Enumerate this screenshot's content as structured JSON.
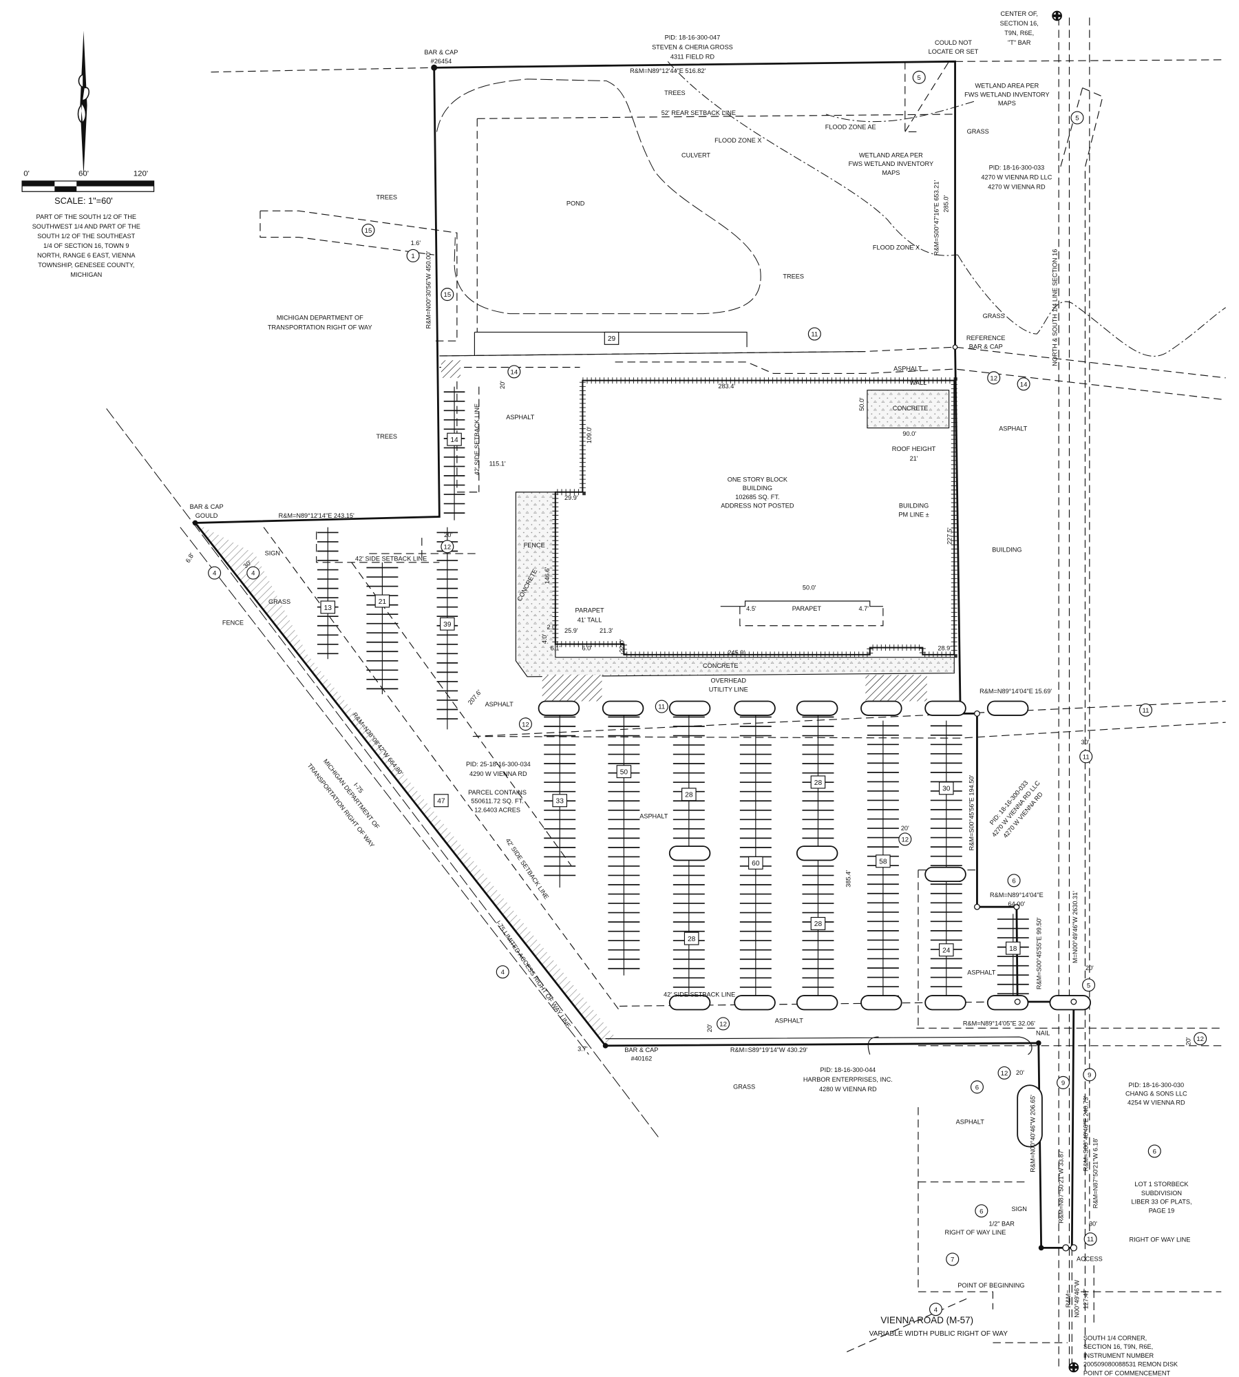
{
  "scale": {
    "tick_0": "0'",
    "tick_60": "60'",
    "tick_120": "120'",
    "label": "SCALE: 1\"=60'"
  },
  "legal_description": [
    "PART OF THE SOUTH 1/2 OF THE",
    "SOUTHWEST 1/4 AND PART OF THE",
    "SOUTH 1/2 OF THE SOUTHEAST",
    "1/4 OF SECTION 16, TOWN 9",
    "NORTH, RANGE 6 EAST, VIENNA",
    "TOWNSHIP, GENESEE COUNTY,",
    "MICHIGAN"
  ],
  "monuments": {
    "nw_corner": [
      "BAR & CAP",
      "#26454"
    ],
    "ne_corner": [
      "COULD NOT",
      "LOCATE OR SET"
    ],
    "center_section": [
      "CENTER OF,",
      "SECTION 16,",
      "T9N, R6E,",
      "\"T\" BAR"
    ],
    "reference": [
      "REFERENCE",
      "BAR & CAP"
    ],
    "west_corner": [
      "BAR & CAP",
      "GOULD"
    ],
    "sw_corner": [
      "BAR & CAP",
      "#40162"
    ],
    "nail": "NAIL",
    "half_bar": "1/2\" BAR",
    "point_of_beginning": "POINT OF BEGINNING",
    "south_quarter": [
      "SOUTH 1/4 CORNER,",
      "SECTION 16, T9N, R6E,",
      "INSTRUMENT NUMBER",
      "200509080088531 REMON DISK",
      "POINT OF COMMENCEMENT"
    ]
  },
  "bearings": {
    "north": "R&M=N89°12'44\"E   516.82'",
    "east": "R&M=S00°47'16\"E   653.21'",
    "east_285": "285.0'",
    "west": "R&M=N00°30'56\"W   450.00'",
    "west_jog": "R&M=N89°12'14\"E   243.15'",
    "i75": "R&M=N38°08'42\"W   664.80'",
    "south": "R&M=S89°19'14\"W   430.29'",
    "e_1569": "R&M=N89°14'04\"E   15.69'",
    "e_19450": "R&M=S00°45'56\"E   194.50'",
    "e_64": [
      "R&M=N89°14'04\"E",
      "64.00'"
    ],
    "e_9950": "R&M=S00°45'55\"E   99.50'",
    "e_3206": "R&M=N89°14'05\"E   32.06'",
    "section_line": "M=N00°49'46\"W   2630.31'",
    "access_w": "R&M=N00°40'46\"W   206.65'",
    "access_s": "R&M=N87°50'21\"W   33.87'",
    "access_e": "R&M=S00°40'46\"E   240.73'",
    "access_e2": "R&M=N87°50'21\"W   6.18'",
    "commencement": [
      "R&M=",
      "N00°49'46\"W",
      "127.47'"
    ]
  },
  "areas": {
    "trees": "TREES",
    "pond": "POND",
    "grass": "GRASS",
    "asphalt": "ASPHALT",
    "concrete": "CONCRETE",
    "wall": "WALL",
    "fence": "FENCE",
    "sign": "SIGN",
    "culvert": "CULVERT",
    "flood_ae": "FLOOD ZONE AE",
    "flood_x": "FLOOD ZONE X",
    "wetland": [
      "WETLAND AREA PER",
      "FWS WETLAND INVENTORY",
      "MAPS"
    ],
    "rear_setback": "52' REAR SETBACK LINE",
    "side_setback": "42' SIDE SETBACK LINE",
    "mdot_row": [
      "MICHIGAN DEPARTMENT OF",
      "TRANSPORTATION RIGHT OF WAY"
    ],
    "i75_row": [
      "I-75",
      "MICHIGAN DEPARTMENT OF",
      "TRANSPORTATION RIGHT OF WAY"
    ],
    "i75_limited": "I-75 LIMITED ACCESS RIGHT OF WAY LINE",
    "quarter_line": "NORTH & SOUTH 1/4 LINE SECTION 16",
    "overhead": [
      "OVERHEAD",
      "UTILITY LINE"
    ],
    "row_line": "RIGHT OF WAY LINE",
    "access": "ACCESS",
    "adjacent_building": "BUILDING",
    "road": [
      "VIENNA ROAD (M-57)",
      "VARIABLE WIDTH PUBLIC RIGHT OF WAY"
    ]
  },
  "building": {
    "description": [
      "ONE STORY BLOCK",
      "BUILDING",
      "102685 SQ. FT.",
      "ADDRESS NOT POSTED"
    ],
    "roof_height": [
      "ROOF HEIGHT",
      "21'"
    ],
    "pm_line": [
      "BUILDING",
      "PM LINE ±"
    ],
    "parapet": "PARAPET",
    "parapet_tall": [
      "PARAPET",
      "41' TALL"
    ]
  },
  "parcels": {
    "north": [
      "PID: 18-16-300-047",
      "STEVEN & CHERIA GROSS",
      "4311 FIELD RD"
    ],
    "east": [
      "PID: 18-16-300-033",
      "4270 W VIENNA RD LLC",
      "4270 W VIENNA RD"
    ],
    "subject": [
      "PID: 25-18-16-300-034",
      "4290 W VIENNA RD"
    ],
    "subject_area": [
      "PARCEL CONTAINS",
      "550611.72 SQ. FT.",
      "12.6403 ACRES"
    ],
    "south": [
      "PID: 18-16-300-044",
      "HARBOR ENTERPRISES, INC.",
      "4280 W VIENNA RD"
    ],
    "southeast": [
      "PID: 18-16-300-030",
      "CHANG & SONS LLC",
      "4254 W VIENNA RD"
    ],
    "storbeck": [
      "LOT 1 STORBECK",
      "SUBDIVISION",
      "LIBER 33 OF PLATS,",
      "PAGE 19"
    ]
  },
  "dimensions": [
    "1.6'",
    "283.4'",
    "20'",
    "50.0'",
    "90.0'",
    "109.0'",
    "115.1'",
    "29.9'",
    "227.5'",
    "6.8'",
    "30'",
    "146.6'",
    "50.0'",
    "245.9'",
    "28.9'",
    "207.6'",
    "385.4'",
    "3.7'",
    "2.0'",
    "4.0'",
    "25.9'",
    "21.3'",
    "6.1'",
    "6.0'",
    "22.0'",
    "4.5'",
    "4.7'"
  ],
  "parking_counts": [
    "29",
    "14",
    "13",
    "21",
    "39",
    "33",
    "50",
    "28",
    "28",
    "30",
    "47",
    "60",
    "58",
    "28",
    "28",
    "24",
    "18"
  ],
  "exception_items": [
    "15",
    "1",
    "15",
    "5",
    "5",
    "11",
    "14",
    "12",
    "14",
    "12",
    "4",
    "4",
    "12",
    "11",
    "11",
    "11",
    "12",
    "6",
    "4",
    "5",
    "12",
    "12",
    "12",
    "9",
    "9",
    "6",
    "6",
    "6",
    "7",
    "11",
    "4"
  ],
  "colors": {
    "ink": "#111111",
    "paper": "#ffffff"
  }
}
